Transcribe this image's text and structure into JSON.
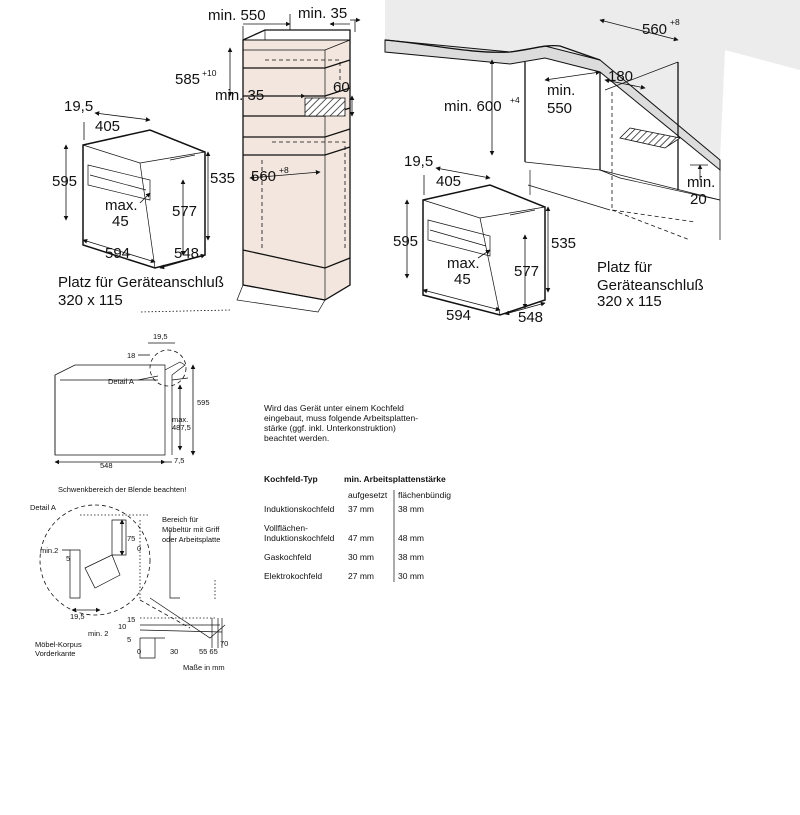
{
  "left_top": {
    "min_550": "min. 550",
    "min_35_top": "min. 35",
    "d585": "585",
    "d585_sup": "+10",
    "min_35_side": "min. 35",
    "d60": "60",
    "d560": "560",
    "d560_sup": "+8",
    "d19_5": "19,5",
    "d405": "405",
    "d595": "595",
    "d535": "535",
    "max_45_a": "max.",
    "max_45_b": "45",
    "d577": "577",
    "d594": "594",
    "d548": "548",
    "platz_1": "Platz für Geräteanschluß",
    "platz_2": "320 x 115"
  },
  "right_top": {
    "d560": "560",
    "d560_sup": "+8",
    "d180": "180",
    "min_600": "min. 600",
    "min_600_sup": "+4",
    "min_550_a": "min.",
    "min_550_b": "550",
    "min_20_a": "min.",
    "min_20_b": "20",
    "d19_5": "19,5",
    "d405": "405",
    "d595": "595",
    "d535": "535",
    "max_45_a": "max.",
    "max_45_b": "45",
    "d577": "577",
    "d594": "594",
    "d548": "548",
    "platz_1": "Platz für",
    "platz_2": "Geräteanschluß",
    "platz_3": "320 x 115"
  },
  "side_view": {
    "d19_5": "19,5",
    "d18": "18",
    "detail_a": "Detail A",
    "d595": "595",
    "max_487": "max.",
    "max_487_b": "487,5",
    "d548": "548",
    "d7_5": "7,5"
  },
  "detail": {
    "warning": "Schwenkbereich der Blende beachten!",
    "title": "Detail A",
    "area_1": "Bereich für",
    "area_2": "Möbeltür mit Griff",
    "area_3": "oder Arbeitsplatte",
    "min_2": "min.2",
    "d5": "5",
    "d75": "75",
    "d0": "0",
    "d19_5": "19,5",
    "d15": "15",
    "d10": "10",
    "min_2b": "min. 2",
    "d5b": "5",
    "d0b": "0",
    "d30": "30",
    "d55_65": "55 65",
    "d70": "70",
    "korpus_1": "Möbel-Korpus",
    "korpus_2": "Vorderkante",
    "units": "Maße in mm"
  },
  "note": {
    "line1": "Wird das Gerät unter einem Kochfeld",
    "line2": "eingebaut, muss folgende Arbeitsplatten-",
    "line3": "stärke (ggf. inkl. Unterkonstruktion)",
    "line4": "beachtet werden."
  },
  "table": {
    "col_type": "Kochfeld-Typ",
    "col_min": "min. Arbeitsplattenstärke",
    "sub_a": "aufgesetzt",
    "sub_b": "flächenbündig",
    "rows": [
      {
        "type": "Induktionskochfeld",
        "type2": "",
        "a": "37 mm",
        "b": "38 mm"
      },
      {
        "type": "Vollflächen-",
        "type2": "Induktionskochfeld",
        "a": "47 mm",
        "b": "48 mm"
      },
      {
        "type": "Gaskochfeld",
        "type2": "",
        "a": "30 mm",
        "b": "38 mm"
      },
      {
        "type": "Elektrokochfeld",
        "type2": "",
        "a": "27 mm",
        "b": "30 mm"
      }
    ]
  }
}
